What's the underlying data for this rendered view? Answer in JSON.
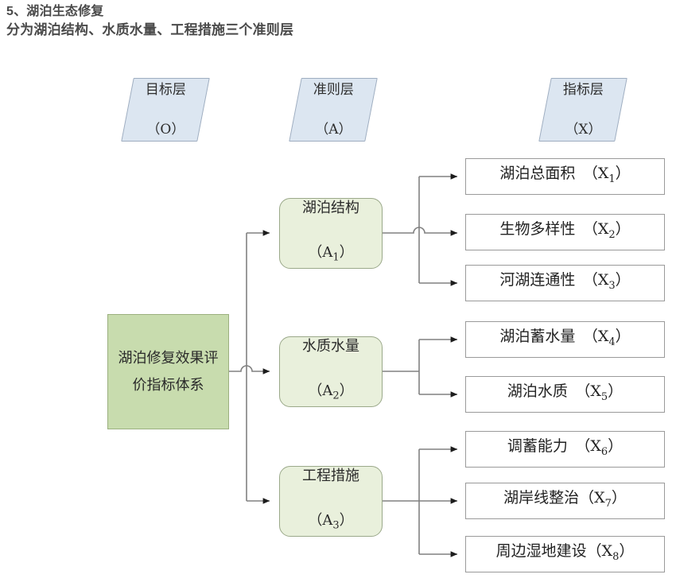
{
  "heading": {
    "line1": "5、湖泊生态修复",
    "line2": "分为湖泊结构、水质水量、工程措施三个准则层"
  },
  "diagram": {
    "type": "hierarchy-tree",
    "colors": {
      "layer_header_fill": "#dce6f1",
      "layer_header_border": "#9eadc0",
      "goal_fill": "#c8dcae",
      "goal_border": "#9bb07f",
      "criteria_fill": "#e9f0dc",
      "criteria_border": "#9ba98a",
      "indicator_fill": "#ffffff",
      "indicator_border": "#9a9a9a",
      "connector": "#808080",
      "heading_text": "#4a4a4a"
    },
    "layer_headers": [
      {
        "name": "goal-layer",
        "title": "目标层",
        "code": "（O）"
      },
      {
        "name": "criteria-layer",
        "title": "准则层",
        "code": "（A）"
      },
      {
        "name": "indicator-layer",
        "title": "指标层",
        "code": "（X）"
      }
    ],
    "goal": {
      "id": "O",
      "label": "湖泊修复效果评价指标体系"
    },
    "criteria": [
      {
        "id": "A1",
        "title": "湖泊结构",
        "code": "A",
        "index": "1"
      },
      {
        "id": "A2",
        "title": "水质水量",
        "code": "A",
        "index": "2"
      },
      {
        "id": "A3",
        "title": "工程措施",
        "code": "A",
        "index": "3"
      }
    ],
    "indicators": [
      {
        "id": "X1",
        "parent": "A1",
        "title": "湖泊总面积",
        "code": "X",
        "index": "1",
        "gap": true
      },
      {
        "id": "X2",
        "parent": "A1",
        "title": "生物多样性",
        "code": "X",
        "index": "2",
        "gap": true
      },
      {
        "id": "X3",
        "parent": "A1",
        "title": "河湖连通性",
        "code": "X",
        "index": "3",
        "gap": true
      },
      {
        "id": "X4",
        "parent": "A2",
        "title": "湖泊蓄水量",
        "code": "X",
        "index": "4",
        "gap": true
      },
      {
        "id": "X5",
        "parent": "A2",
        "title": "湖泊水质",
        "code": "X",
        "index": "5",
        "gap": true
      },
      {
        "id": "X6",
        "parent": "A3",
        "title": "调蓄能力",
        "code": "X",
        "index": "6",
        "gap": true
      },
      {
        "id": "X7",
        "parent": "A3",
        "title": "湖岸线整治",
        "code": "X",
        "index": "7",
        "gap": false
      },
      {
        "id": "X8",
        "parent": "A3",
        "title": "周边湿地建设",
        "code": "X",
        "index": "8",
        "gap": false
      }
    ]
  }
}
